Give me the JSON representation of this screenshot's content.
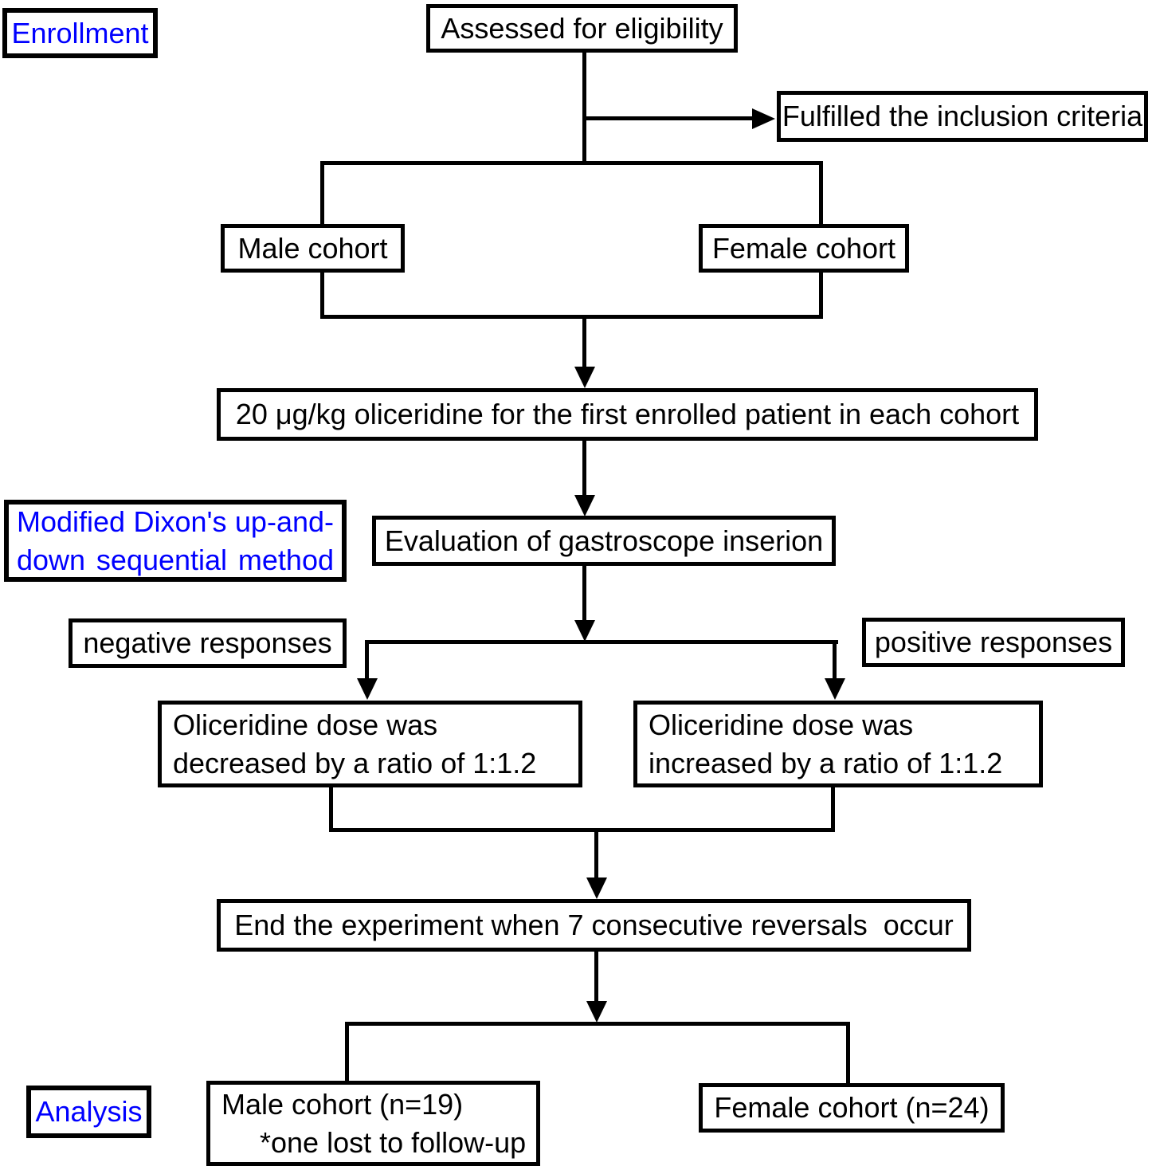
{
  "colors": {
    "stage_label_blue": "#0000ff",
    "ink_black": "#000000"
  },
  "stage_labels": {
    "enrollment": "Enrollment",
    "method_line1": "Modified Dixon's up-and-",
    "method_line2": "down sequential method",
    "analysis": "Analysis"
  },
  "nodes": {
    "assessed": "Assessed for eligibility",
    "fulfilled": "Fulfilled the inclusion criteria",
    "male_cohort": "Male cohort",
    "female_cohort": "Female cohort",
    "first_dose": "20 μg/kg oliceridine for the first enrolled patient in each cohort",
    "evaluation": "Evaluation of gastroscope inserion",
    "negative_label": "negative responses",
    "positive_label": "positive responses",
    "decrease_line1": "Oliceridine dose was",
    "decrease_line2": "decreased by a ratio of 1:1.2",
    "increase_line1": "Oliceridine dose was",
    "increase_line2": "increased by a ratio of 1:1.2",
    "end_rule": "End the experiment when 7 consecutive reversals  occur",
    "male_analysis_line1": "Male cohort (n=19)",
    "male_analysis_line2": "*one lost to follow-up",
    "female_analysis": "Female cohort (n=24)"
  }
}
